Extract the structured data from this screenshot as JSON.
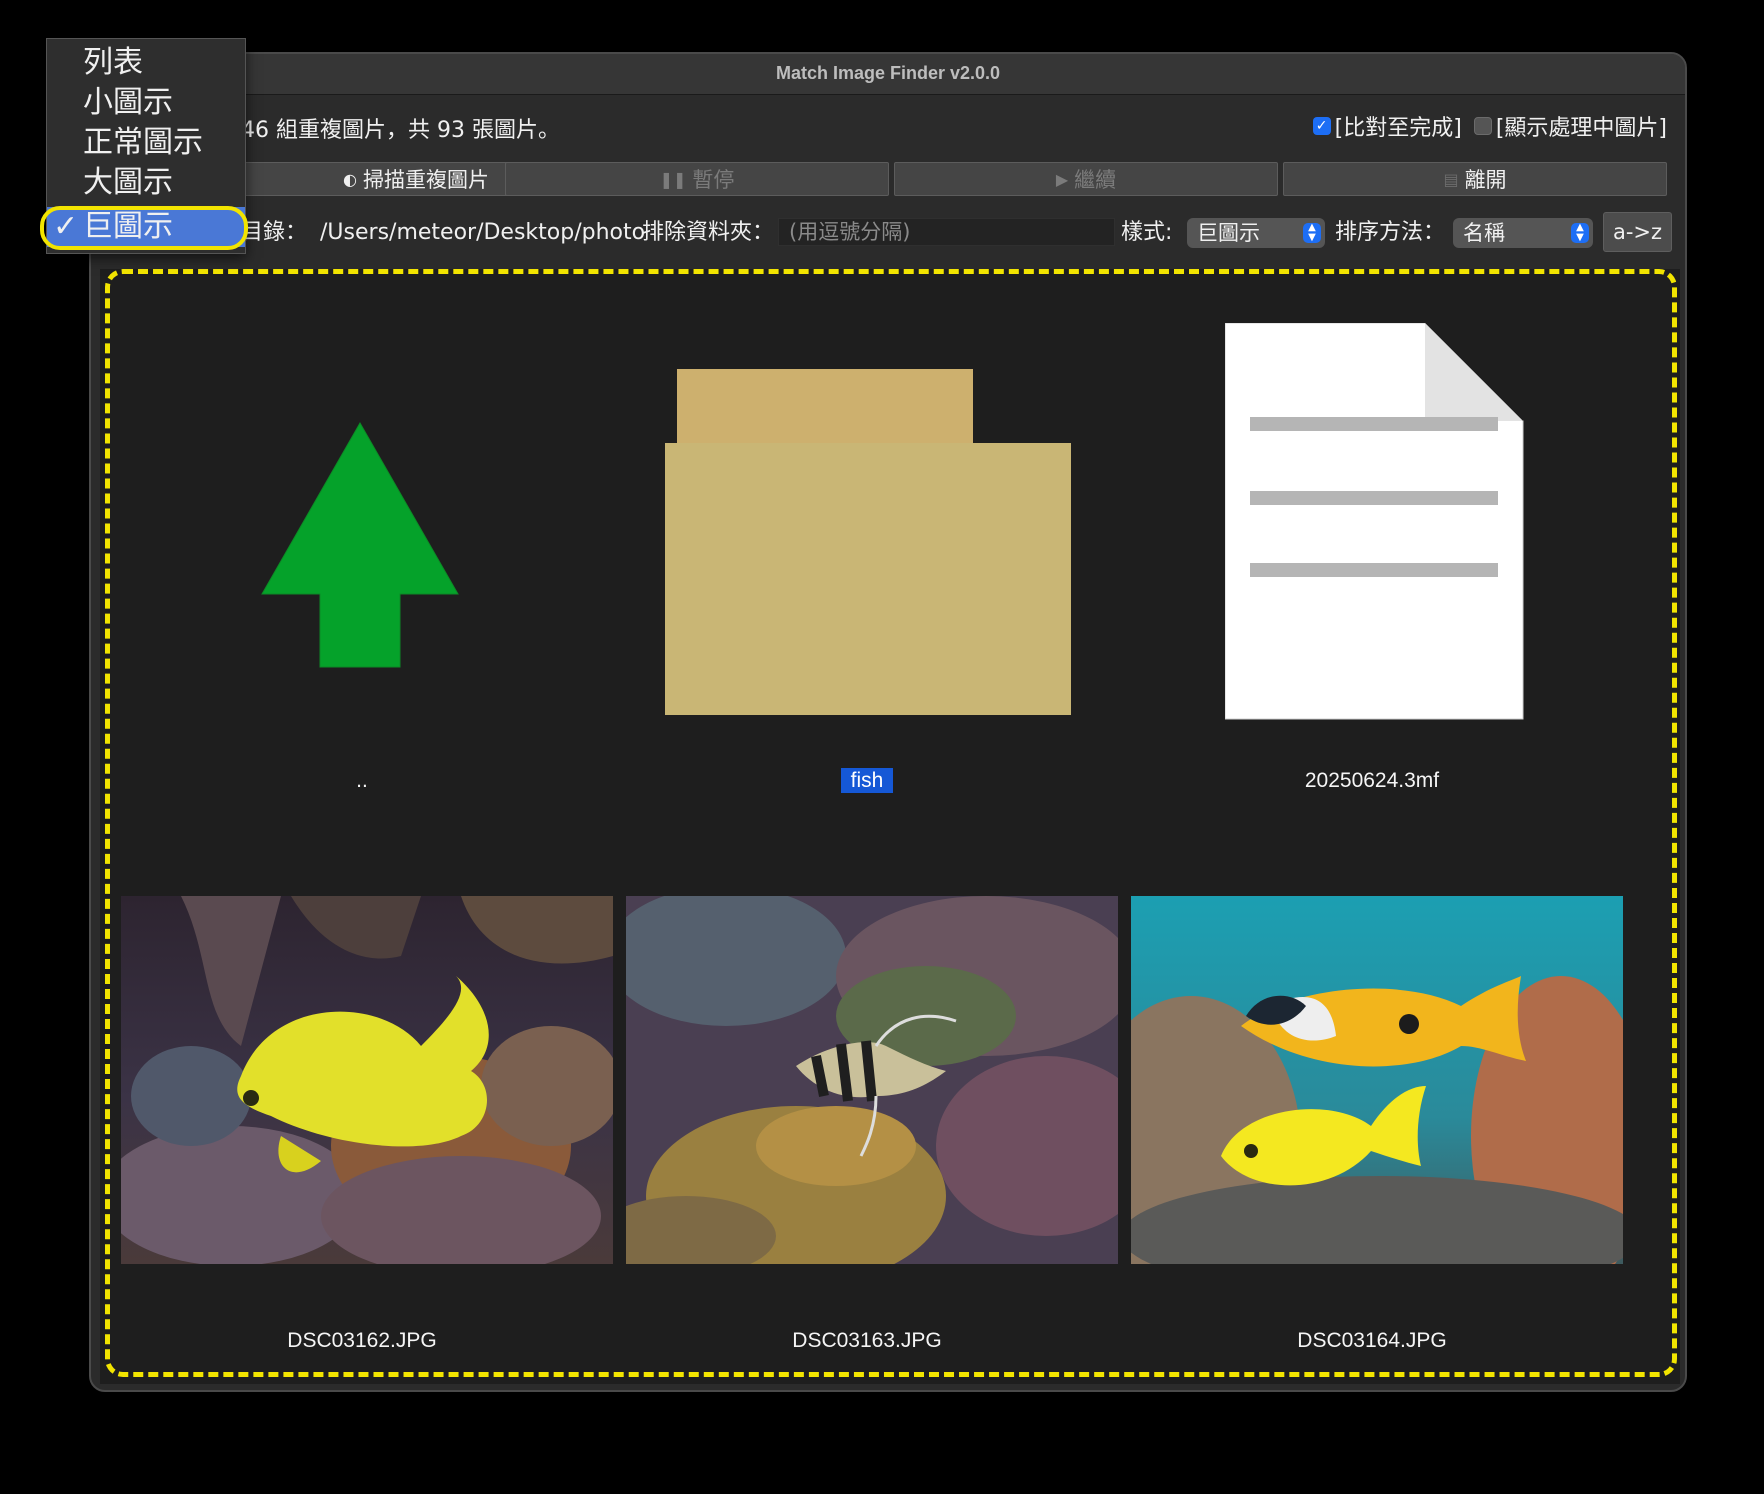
{
  "window": {
    "title": "Match Image Finder v2.0.0"
  },
  "status": {
    "text": "46 組重複圖片，共 93 張圖片。"
  },
  "options": [
    {
      "label": "[比對至完成]",
      "checked": true
    },
    {
      "label": "[顯示處理中圖片]",
      "checked": false
    }
  ],
  "toolbar": {
    "scan": "掃描重複圖片",
    "pause": "暫停",
    "resume": "繼續",
    "quit": "離開"
  },
  "path": {
    "label_fragment": "目錄：",
    "value": "/Users/meteor/Desktop/photo",
    "exclude_label": "排除資料夾：",
    "exclude_placeholder": "(用逗號分隔)",
    "style_label": "樣式:",
    "style_value": "巨圖示",
    "sort_label": "排序方法：",
    "sort_value": "名稱",
    "order_button": "a->z"
  },
  "menu": {
    "items": [
      "列表",
      "小圖示",
      "正常圖示",
      "大圖示",
      "巨圖示"
    ],
    "selected_index": 4
  },
  "files": [
    {
      "name": "..",
      "kind": "parent-folder"
    },
    {
      "name": "fish",
      "kind": "folder",
      "selected": true
    },
    {
      "name": "20250624.3mf",
      "kind": "document"
    },
    {
      "name": "DSC03162.JPG",
      "kind": "image"
    },
    {
      "name": "DSC03163.JPG",
      "kind": "image"
    },
    {
      "name": "DSC03164.JPG",
      "kind": "image"
    }
  ],
  "colors": {
    "accent": "#1d6ef5",
    "selection": "#1558d6",
    "callout": "#f2e400",
    "up_arrow": "#05a22a",
    "folder": "#c9b675"
  }
}
